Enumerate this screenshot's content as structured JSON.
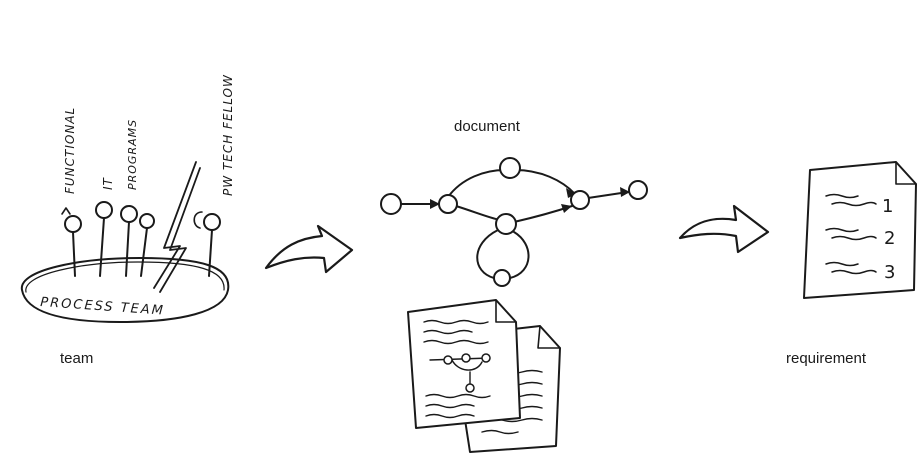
{
  "team": {
    "caption": "team",
    "base_label": "PROCESS TEAM",
    "members": [
      "FUNCTIONAL",
      "IT",
      "PROGRAMS",
      "PW TECH FELLOW"
    ]
  },
  "document": {
    "caption": "document"
  },
  "requirement": {
    "caption": "requirement",
    "list_numbers": [
      "1",
      "2",
      "3"
    ]
  }
}
